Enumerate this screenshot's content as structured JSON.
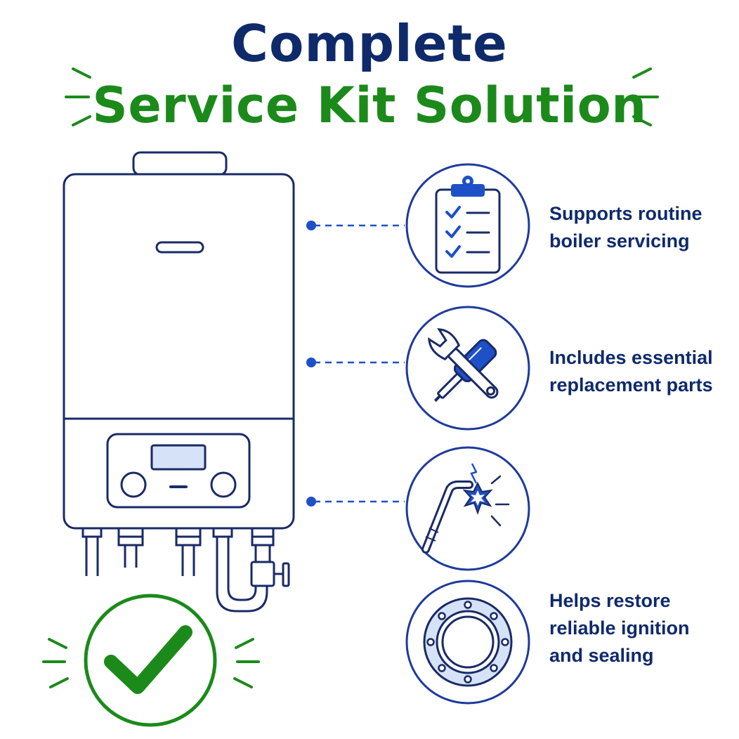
{
  "title": {
    "line1": "Complete",
    "line2": "Service Kit Solution"
  },
  "colors": {
    "navy": "#0f2a6b",
    "green": "#1b8a1b",
    "outline": "#1a2a66",
    "accent_blue": "#1e50c8",
    "light_blue": "#d6e2f7"
  },
  "features": [
    {
      "icon": "clipboard-checklist-icon",
      "lines": [
        "Supports routine",
        "boiler servicing"
      ]
    },
    {
      "icon": "wrench-screwdriver-icon",
      "lines": [
        "Includes essential",
        "replacement parts"
      ]
    },
    {
      "icon": "ignition-electrode-icon",
      "lines": []
    },
    {
      "icon": "gasket-seal-icon",
      "lines": [
        "Helps restore",
        "reliable ignition",
        "and sealing"
      ]
    }
  ],
  "illustration": {
    "main": "combi-boiler-icon",
    "badge": "green-checkmark-icon"
  }
}
